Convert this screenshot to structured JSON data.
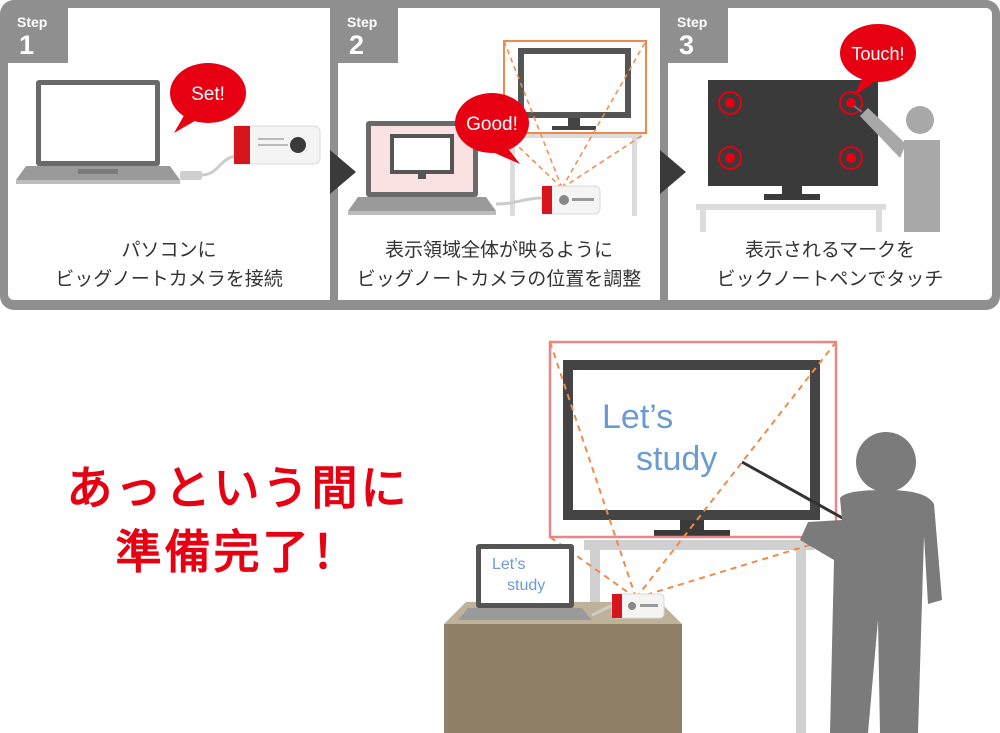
{
  "steps": [
    {
      "label": "Step",
      "number": "1",
      "caption_line1": "パソコンに",
      "caption_line2": "ビッグノートカメラを接続",
      "bubble": "Set!"
    },
    {
      "label": "Step",
      "number": "2",
      "caption_line1": "表示領域全体が映るように",
      "caption_line2": "ビッグノートカメラの位置を調整",
      "bubble": "Good!"
    },
    {
      "label": "Step",
      "number": "3",
      "caption_line1": "表示されるマークを",
      "caption_line2": "ビックノートペンでタッチ",
      "bubble": "Touch!"
    }
  ],
  "headline": {
    "line1": "あっという間に",
    "line2": "準備完了！"
  },
  "screen_text": {
    "line1": "Let’s",
    "line2": "study"
  },
  "laptop_text": {
    "line1": "Let’s",
    "line2": "study"
  },
  "colors": {
    "accent_red": "#e60012",
    "frame_gray": "#8f8f8f",
    "orange_dash": "#f08a4b",
    "handwriting_blue": "#6c9bd2"
  }
}
